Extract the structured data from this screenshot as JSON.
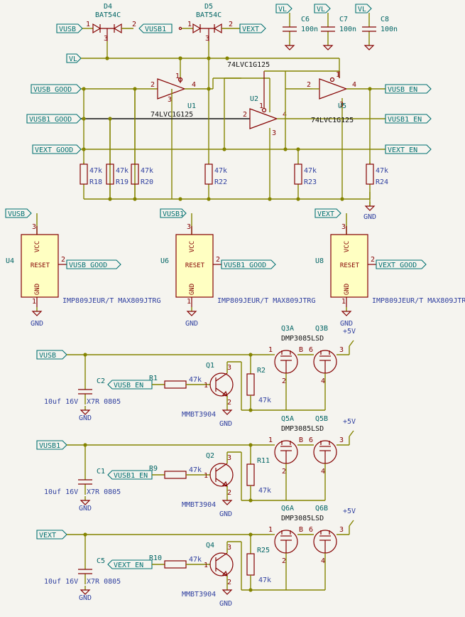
{
  "diodes": [
    {
      "ref": "D4",
      "value": "BAT54C",
      "left": "VUSB",
      "right": "VUSB1"
    },
    {
      "ref": "D5",
      "value": "BAT54C",
      "right": "VEXT"
    }
  ],
  "caps_top": [
    {
      "rail": "VL",
      "ref": "C6",
      "value": "100n"
    },
    {
      "rail": "VL",
      "ref": "C7",
      "value": "100n"
    },
    {
      "rail": "VL",
      "ref": "C8",
      "value": "100n"
    }
  ],
  "gates": {
    "part": "74LVC1G125",
    "u1": "U1",
    "u2": "U2",
    "u5": "U5",
    "vl": "VL",
    "in1": "VUSB_GOOD",
    "in2": "VUSB1_GOOD",
    "in3": "VEXT_GOOD",
    "out1": "VUSB_EN",
    "out2": "VUSB1_EN",
    "out3": "VEXT_EN",
    "gnd": "GND"
  },
  "pulldowns": [
    {
      "ref": "R18",
      "value": "47k"
    },
    {
      "ref": "R19",
      "value": "47k"
    },
    {
      "ref": "R20",
      "value": "47k"
    },
    {
      "ref": "R22",
      "value": "47k"
    },
    {
      "ref": "R23",
      "value": "47k"
    },
    {
      "ref": "R24",
      "value": "47k"
    }
  ],
  "supervisors": [
    {
      "ref": "U4",
      "supply": "VUSB",
      "out": "VUSB_GOOD"
    },
    {
      "ref": "U6",
      "supply": "VUSB1",
      "out": "VUSB1_GOOD"
    },
    {
      "ref": "U8",
      "supply": "VEXT",
      "out": "VEXT_GOOD"
    }
  ],
  "supervisor_part": "IMP809JEUR/T MAX809JTRG",
  "pin_vcc": "VCC",
  "pin_reset": "RESET",
  "pin_gnd": "GND",
  "switches": [
    {
      "rail": "VUSB",
      "cap": "C2",
      "rb": "R1",
      "en": "VUSB_EN",
      "q": "Q1",
      "rg": "R2",
      "qa": "Q3A",
      "qb": "Q3B"
    },
    {
      "rail": "VUSB1",
      "cap": "C1",
      "rb": "R9",
      "en": "VUSB1_EN",
      "q": "Q2",
      "rg": "R11",
      "qa": "Q5A",
      "qb": "Q5B"
    },
    {
      "rail": "VEXT",
      "cap": "C5",
      "rb": "R10",
      "en": "VEXT_EN",
      "q": "Q4",
      "rg": "R25",
      "qa": "Q6A",
      "qb": "Q6B"
    }
  ],
  "switch_common": {
    "cap_value": "10uf 16V",
    "cap_spec": "X7R 0805",
    "res_value": "47k",
    "bjt": "MMBT3904",
    "mosfet": "DMP3085LSD",
    "out": "+5V",
    "gnd": "GND"
  }
}
